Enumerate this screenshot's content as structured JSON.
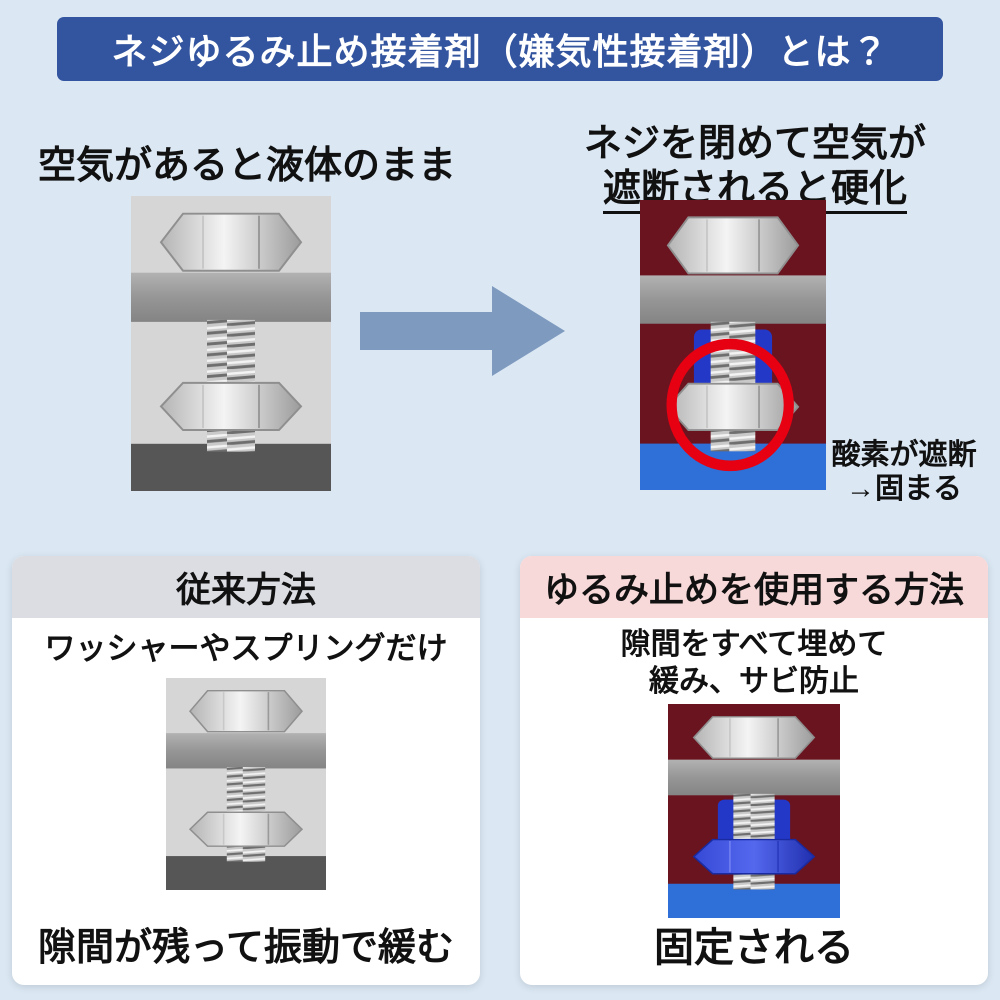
{
  "page": {
    "bg_color": "#dbe8f4"
  },
  "header": {
    "title": "ネジゆるみ止め接着剤（嫌気性接着剤）とは？",
    "bg_color": "#33549f",
    "text_color": "#ffffff"
  },
  "top_section": {
    "left_caption": "空気があると液体のまま",
    "right_caption_line1": "ネジを閉めて空気が",
    "right_caption_line2": "遮断されると硬化",
    "side_note_line1": "酸素が遮断",
    "side_note_line2": "→固まる",
    "arrow_color": "#7e9abf"
  },
  "cards": {
    "traditional": {
      "title": "従来方法",
      "header_bg": "#dcdde3",
      "subtitle": "ワッシャーやスプリングだけ",
      "footer": "隙間が残って振動で緩む"
    },
    "adhesive": {
      "title": "ゆるみ止めを使用する方法",
      "header_bg": "#f8d9d9",
      "subtitle_line1": "隙間をすべて埋めて",
      "subtitle_line2": "緩み、サビ防止",
      "footer": "固定される"
    }
  },
  "illustration_colors": {
    "liquid_bg_gray": "#d6d6d6",
    "hardened_bg_maroon": "#6a1420",
    "adhesive_blue": "#2438c8",
    "cured_strip_blue": "#2e6fd8",
    "base_strip_gray": "#565656",
    "highlight_circle_red": "#e60012"
  }
}
